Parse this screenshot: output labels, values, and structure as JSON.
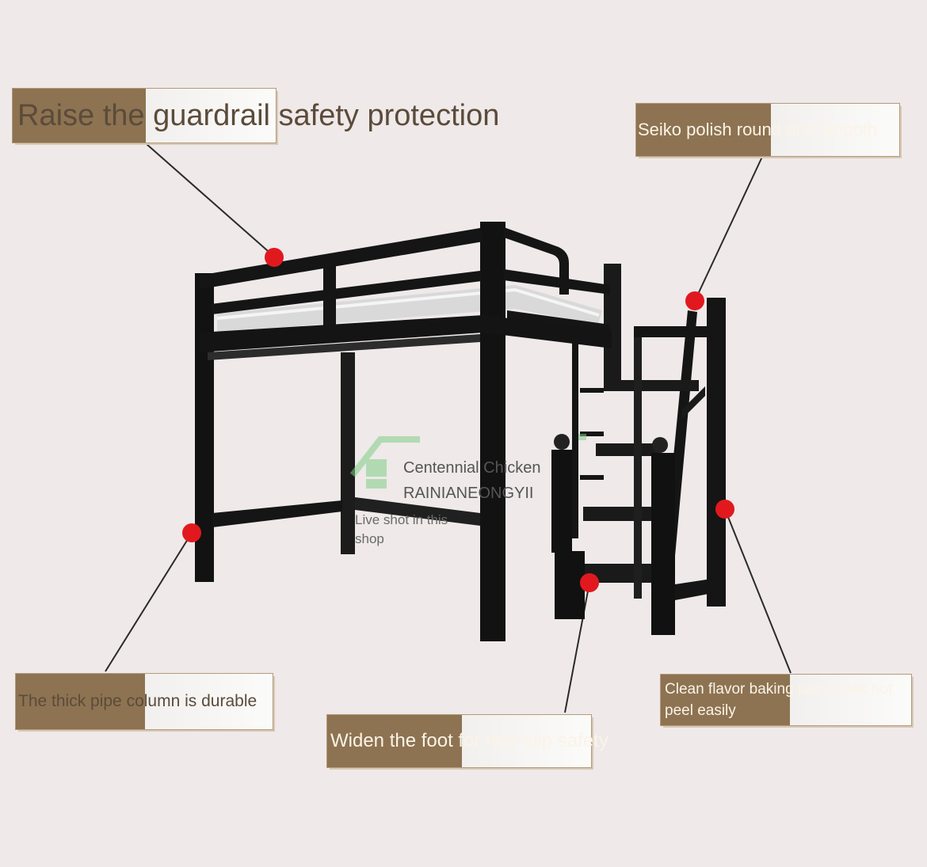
{
  "callouts": {
    "guardrail": "Raise the guardrail safety protection",
    "polish": "Seiko polish round and smooth",
    "pipe": "The thick pipe column is durable",
    "foot": "Widen the foot for non-slip safety",
    "paint": "Clean flavor baking paint does not peel easily"
  },
  "watermark": {
    "brand_cn": "Centennial Chicken",
    "brand_en": "RAINIANEONGYII",
    "note": "Live shot in this shop"
  },
  "colors": {
    "background": "#efe9e9",
    "callout_brown": "#8d7352",
    "marker_red": "#e1191f",
    "frame_black": "#101010"
  }
}
